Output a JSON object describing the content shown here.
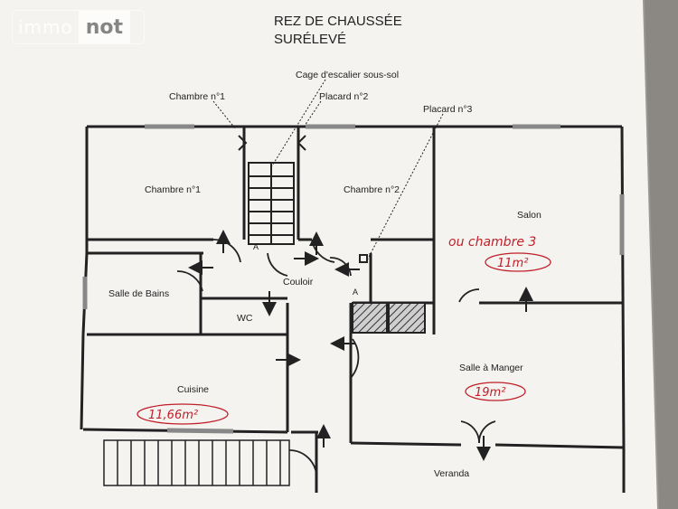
{
  "logo": {
    "part1": "immo",
    "part2": "not"
  },
  "title": {
    "line1": "REZ DE CHAUSSÉE",
    "line2": "SURÉLEVÉ"
  },
  "annotations": {
    "chambre1_top": "Chambre n°1",
    "cage": "Cage d'escalier sous-sol",
    "placard2": "Placard n°2",
    "placard3": "Placard n°3"
  },
  "rooms": {
    "chambre1": "Chambre n°1",
    "chambre2": "Chambre n°2",
    "salon": "Salon",
    "salle_bains": "Salle de Bains",
    "couloir": "Couloir",
    "wc": "WC",
    "cuisine": "Cuisine",
    "salle_manger": "Salle à Manger",
    "veranda": "Veranda"
  },
  "markers": {
    "a1": "A",
    "a2": "A"
  },
  "handwritten": {
    "ou_chambre": "ou chambre 3",
    "salon_area": "11m²",
    "salle_manger_area": "19m²",
    "cuisine_area": "11,66m²"
  },
  "colors": {
    "ink": "#222222",
    "handwriting": "#c0202a",
    "paper": "#f4f3f0"
  }
}
